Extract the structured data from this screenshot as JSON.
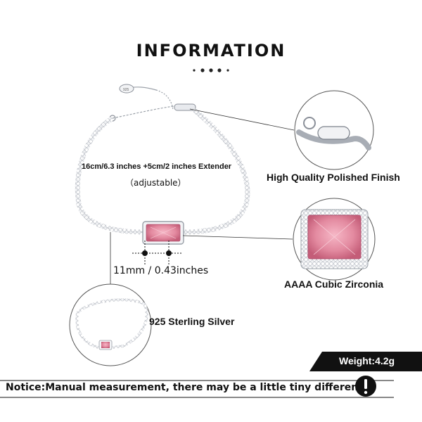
{
  "header": {
    "title": "INFORMATION"
  },
  "callouts": {
    "size": "16cm/6.3 inches +5cm/2 inches Extender",
    "adjustable": "（adjustable）",
    "finish": "High Quality Polished Finish",
    "stone": "AAAA Cubic Zirconia",
    "material": "925 Sterling Silver",
    "stone_size": "11mm / 0.43inches"
  },
  "weight": {
    "label": "Weight:4.2g"
  },
  "notice": {
    "text": "Notice:Manual measurement, there may be a little tiny difference.",
    "icon": "exclamation-icon"
  },
  "colors": {
    "stone_pink": "#e38aa0",
    "silver": "#c9ccd1",
    "black": "#111111"
  },
  "logo_text": "925"
}
